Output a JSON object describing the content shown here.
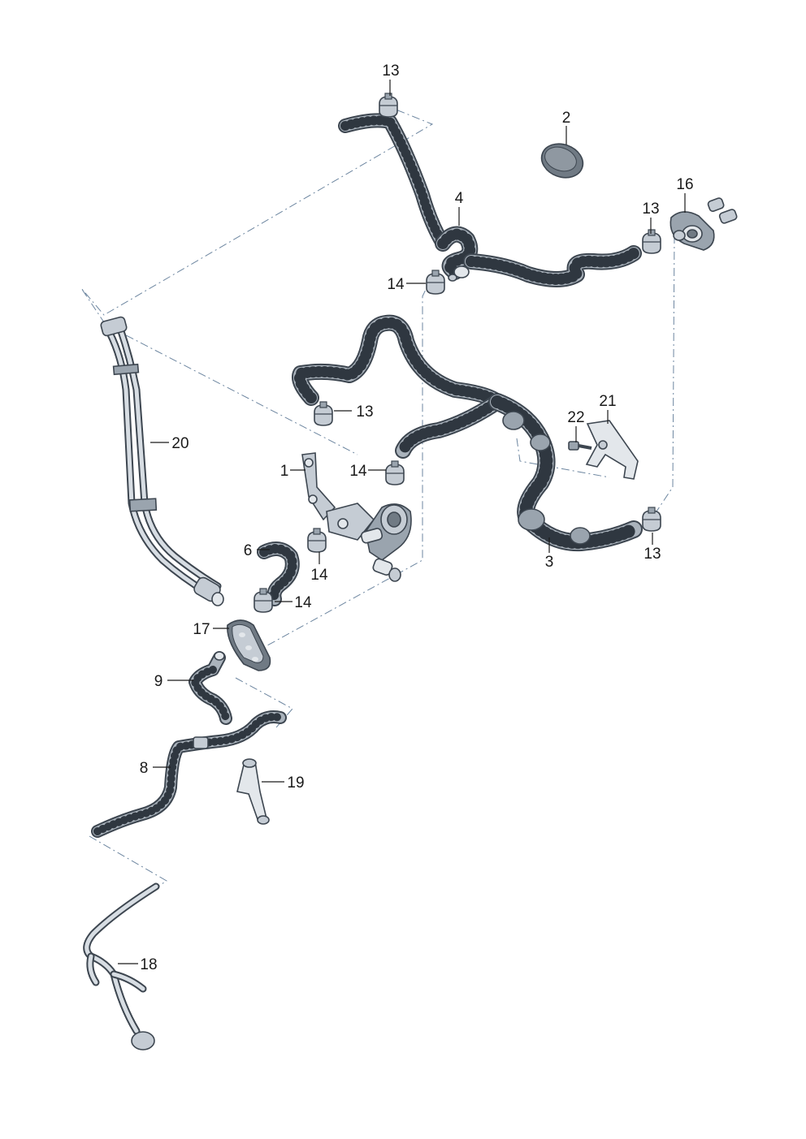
{
  "colors": {
    "hose_fill": "#aab3bc",
    "hose_outline": "#3d4650",
    "hose_dots": "#2f3740",
    "pipe_fill": "#d7dde3",
    "leader": "#1a1a1a",
    "dash_line": "#6d86a0"
  },
  "labels": [
    {
      "id": "label-13-top",
      "text": "13"
    },
    {
      "id": "label-2",
      "text": "2"
    },
    {
      "id": "label-16",
      "text": "16"
    },
    {
      "id": "label-4",
      "text": "4"
    },
    {
      "id": "label-13-right-top",
      "text": "13"
    },
    {
      "id": "label-14-top",
      "text": "14"
    },
    {
      "id": "label-21",
      "text": "21"
    },
    {
      "id": "label-22",
      "text": "22"
    },
    {
      "id": "label-13-mid",
      "text": "13"
    },
    {
      "id": "label-20",
      "text": "20"
    },
    {
      "id": "label-1",
      "text": "1"
    },
    {
      "id": "label-14-mid",
      "text": "14"
    },
    {
      "id": "label-6",
      "text": "6"
    },
    {
      "id": "label-14-lower",
      "text": "14"
    },
    {
      "id": "label-3",
      "text": "3"
    },
    {
      "id": "label-13-right-bottom",
      "text": "13"
    },
    {
      "id": "label-14-bottom",
      "text": "14"
    },
    {
      "id": "label-17",
      "text": "17"
    },
    {
      "id": "label-9",
      "text": "9"
    },
    {
      "id": "label-8",
      "text": "8"
    },
    {
      "id": "label-19",
      "text": "19"
    },
    {
      "id": "label-18",
      "text": "18"
    }
  ]
}
